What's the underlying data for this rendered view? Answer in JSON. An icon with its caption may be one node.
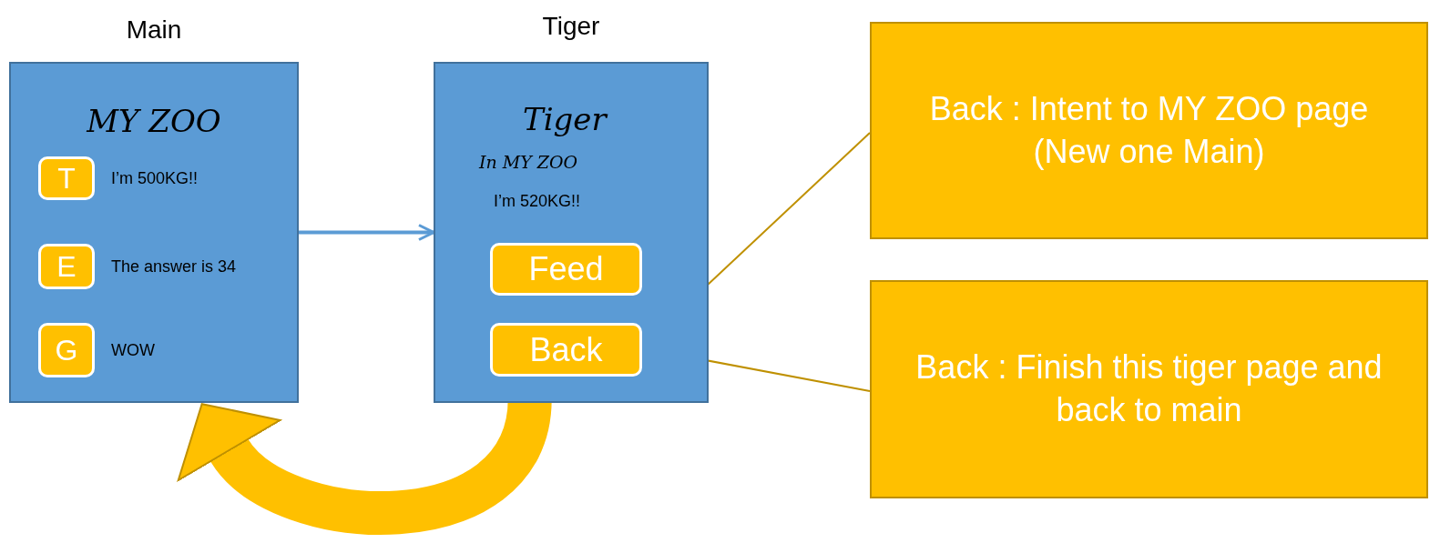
{
  "diagram": {
    "nodes": [
      {
        "text": [
          "Main",
          "MY ZOO"
        ]
      },
      {
        "text": [
          "T"
        ],
        "in": 0,
        "beside": [
          "I’m 500KG!!"
        ]
      },
      {
        "text": [
          "E"
        ],
        "in": 0,
        "beside": [
          "The answer is 34"
        ]
      },
      {
        "text": [
          "G"
        ],
        "in": 0,
        "beside": [
          "WOW"
        ]
      },
      {
        "text": [
          "Tiger",
          "Tiger",
          "In MY ZOO",
          "I’m 520KG!!"
        ]
      },
      {
        "text": [
          "Feed"
        ],
        "in": 4
      },
      {
        "text": [
          "Back"
        ],
        "in": 4
      },
      {
        "text": [
          "Back : Intent to MY ZOO page (New one Main)"
        ]
      },
      {
        "text": [
          "Back : Finish this tiger page and back to main"
        ]
      }
    ],
    "edges": [
      {
        "from": 0,
        "to": 4,
        "arrow": "to",
        "color": "#5b9bd5"
      },
      {
        "from": 4,
        "to": 0,
        "arrow": "to",
        "style": "thick",
        "color": "#ffc000"
      },
      {
        "from": 6,
        "to": 7,
        "arrow": "none"
      },
      {
        "from": 6,
        "to": 8,
        "arrow": "none"
      }
    ]
  }
}
